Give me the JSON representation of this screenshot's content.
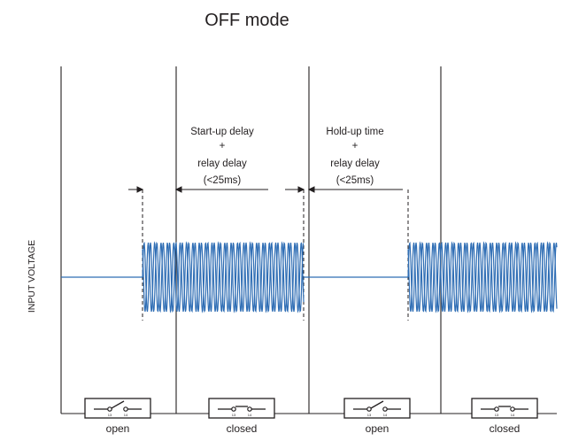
{
  "title": "OFF mode",
  "y_axis_label": "INPUT VOLTAGE",
  "annotations": {
    "startup": [
      "Start-up delay",
      "+",
      "relay delay",
      "(<25ms)"
    ],
    "holdup": [
      "Hold-up time",
      "+",
      "relay delay",
      "(<25ms)"
    ]
  },
  "relay_states": [
    "open",
    "closed",
    "open",
    "closed"
  ],
  "contact_numbers": {
    "left": "13",
    "right": "14"
  },
  "colors": {
    "waveform": "#2e6db4",
    "lines": "#231f20",
    "background": "#ffffff"
  },
  "icons": [
    "relay-open-icon",
    "relay-closed-icon"
  ]
}
